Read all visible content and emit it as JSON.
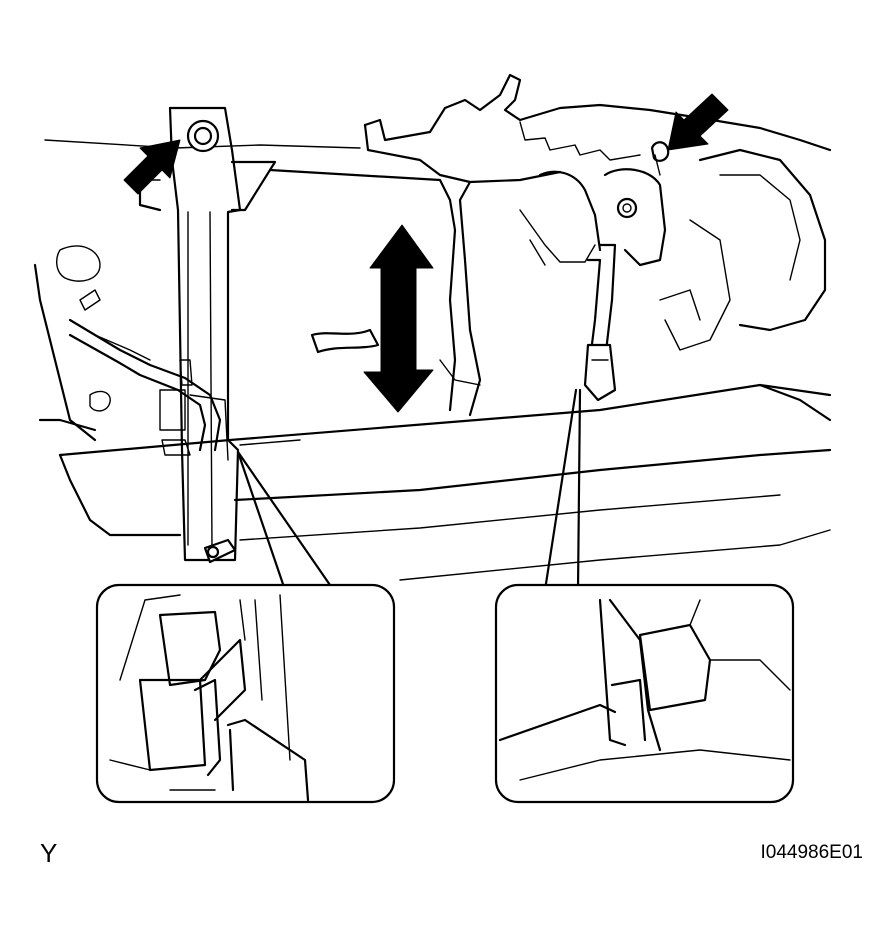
{
  "figure": {
    "view_label": "Y",
    "figure_code": "I044986E01"
  },
  "icons": {
    "arrow_top_left": "pointer-arrow",
    "arrow_top_right": "pointer-arrow",
    "up_down_arrow": "double-headed-vertical-arrow",
    "detail_left": "magnified-detail-callout",
    "detail_right": "magnified-detail-callout"
  },
  "colors": {
    "line": "#000000",
    "background": "#ffffff"
  }
}
